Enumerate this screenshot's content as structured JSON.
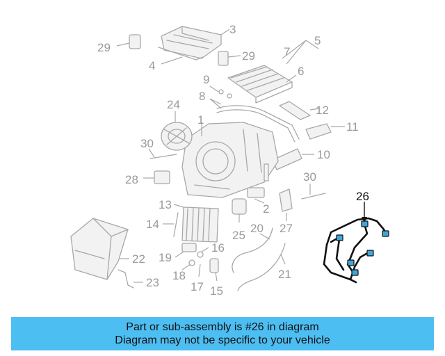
{
  "diagram": {
    "callouts": {
      "c1": "1",
      "c2": "2",
      "c3": "3",
      "c4": "4",
      "c5": "5",
      "c6": "6",
      "c7": "7",
      "c8": "8",
      "c9": "9",
      "c10": "10",
      "c11": "11",
      "c12": "12",
      "c13": "13",
      "c14": "14",
      "c15": "15",
      "c16": "16",
      "c17": "17",
      "c18": "18",
      "c19": "19",
      "c20": "20",
      "c21": "21",
      "c22": "22",
      "c23": "23",
      "c24": "24",
      "c25": "25",
      "c26": "26",
      "c27": "27",
      "c28": "28",
      "c29a": "29",
      "c29b": "29",
      "c30a": "30",
      "c30b": "30"
    },
    "highlighted_part": "26",
    "highlight_color": "#3fa6d8"
  },
  "banner": {
    "line1": "Part or sub-assembly is #26 in diagram",
    "line2": "Diagram may not be specific to your vehicle",
    "background": "#4dbef2"
  }
}
